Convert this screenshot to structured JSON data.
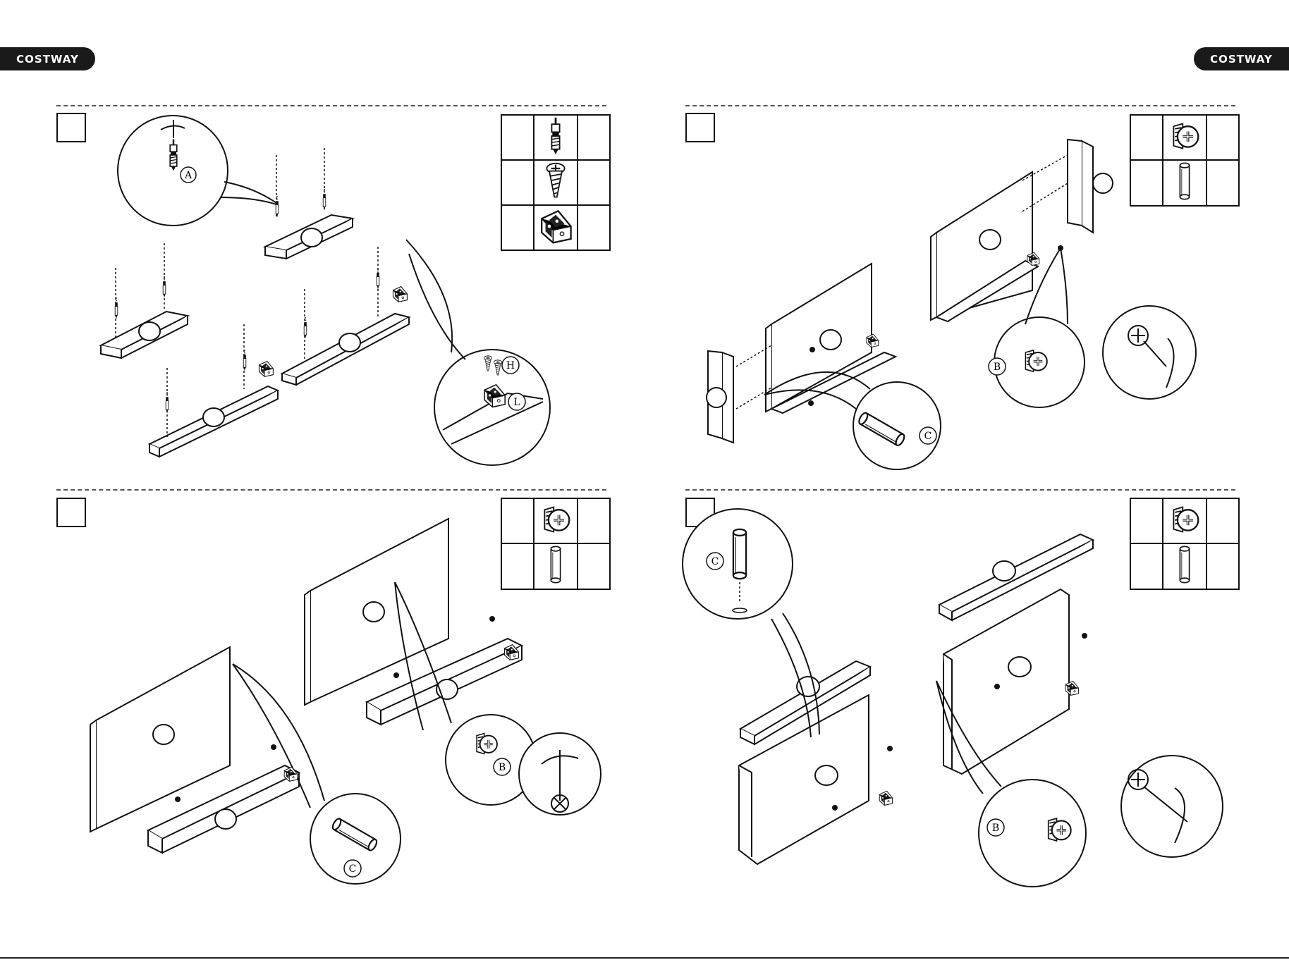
{
  "brand": {
    "left_label": "COSTWAY",
    "right_label": "COSTWAY"
  },
  "callout_labels": {
    "step1": [
      "A",
      "H",
      "L"
    ],
    "step2": [
      "B",
      "C"
    ],
    "step3": [
      "B",
      "C"
    ],
    "step4": [
      "C",
      "B"
    ]
  },
  "part_icons": {
    "step1": [
      "cam-bolt-icon",
      "wood-screw-icon",
      "corner-bracket-icon"
    ],
    "step2": [
      "cam-lock-icon",
      "wooden-dowel-icon"
    ],
    "step3": [
      "cam-lock-icon",
      "wooden-dowel-icon"
    ],
    "step4": [
      "cam-lock-icon",
      "wooden-dowel-icon"
    ]
  },
  "colors": {
    "ink": "#111111",
    "brand_bg": "#1a1a1a",
    "brand_text": "#ffffff"
  }
}
